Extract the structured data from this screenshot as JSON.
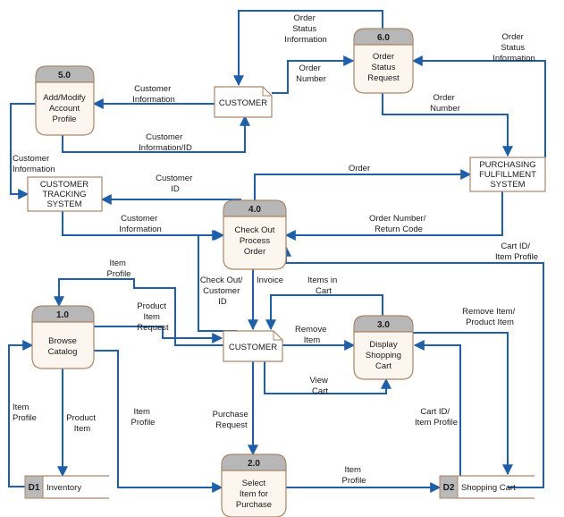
{
  "processes": [
    {
      "id": "p1",
      "number": "1.0",
      "lines": [
        "Browse",
        "Catalog"
      ]
    },
    {
      "id": "p2",
      "number": "2.0",
      "lines": [
        "Select",
        "Item for",
        "Purchase"
      ]
    },
    {
      "id": "p3",
      "number": "3.0",
      "lines": [
        "Display",
        "Shopping",
        "Cart"
      ]
    },
    {
      "id": "p4",
      "number": "4.0",
      "lines": [
        "Check Out",
        "Process",
        "Order"
      ]
    },
    {
      "id": "p5",
      "number": "5.0",
      "lines": [
        "Add/Modify",
        "Account",
        "Profile"
      ]
    },
    {
      "id": "p6",
      "number": "6.0",
      "lines": [
        "Order",
        "Status",
        "Request"
      ]
    }
  ],
  "entities": [
    {
      "id": "e_customer_top",
      "lines": [
        "CUSTOMER"
      ]
    },
    {
      "id": "e_customer_mid",
      "lines": [
        "CUSTOMER"
      ]
    },
    {
      "id": "e_tracking",
      "lines": [
        "CUSTOMER",
        "TRACKING",
        "SYSTEM"
      ]
    },
    {
      "id": "e_purchasing",
      "lines": [
        "PURCHASING",
        "FULFILLMENT",
        "SYSTEM"
      ]
    }
  ],
  "datastores": [
    {
      "id": "d1",
      "code": "D1",
      "name": "Inventory"
    },
    {
      "id": "d2",
      "code": "D2",
      "name": "Shopping Cart"
    }
  ],
  "flows": [
    {
      "id": "f1",
      "lines": [
        "Order",
        "Status",
        "Information"
      ]
    },
    {
      "id": "f2",
      "lines": [
        "Order",
        "Number"
      ]
    },
    {
      "id": "f3",
      "lines": [
        "Order",
        "Status",
        "Information"
      ]
    },
    {
      "id": "f4",
      "lines": [
        "Order",
        "Number"
      ]
    },
    {
      "id": "f5",
      "lines": [
        "Customer",
        "Information"
      ]
    },
    {
      "id": "f6",
      "lines": [
        "Customer",
        "Information/ID"
      ]
    },
    {
      "id": "f7",
      "lines": [
        "Customer",
        "Information"
      ]
    },
    {
      "id": "f8",
      "lines": [
        "Order"
      ]
    },
    {
      "id": "f9",
      "lines": [
        "Customer",
        "ID"
      ]
    },
    {
      "id": "f10",
      "lines": [
        "Customer",
        "Information"
      ]
    },
    {
      "id": "f11",
      "lines": [
        "Order Number/",
        "Return Code"
      ]
    },
    {
      "id": "f12",
      "lines": [
        "Cart ID/",
        "Item Profile"
      ]
    },
    {
      "id": "f13",
      "lines": [
        "Item",
        "Profile"
      ]
    },
    {
      "id": "f14",
      "lines": [
        "Product",
        "Item",
        "Request"
      ]
    },
    {
      "id": "f15",
      "lines": [
        "Check Out/",
        "Customer",
        "ID"
      ]
    },
    {
      "id": "f16",
      "lines": [
        "Invoice"
      ]
    },
    {
      "id": "f17",
      "lines": [
        "Items in",
        "Cart"
      ]
    },
    {
      "id": "f18",
      "lines": [
        "Remove",
        "Item"
      ]
    },
    {
      "id": "f19",
      "lines": [
        "Remove  Item/",
        "Product Item"
      ]
    },
    {
      "id": "f20",
      "lines": [
        "View",
        "Cart"
      ]
    },
    {
      "id": "f21",
      "lines": [
        "Item",
        "Profile"
      ]
    },
    {
      "id": "f22",
      "lines": [
        "Product",
        "Item"
      ]
    },
    {
      "id": "f23",
      "lines": [
        "Item",
        "Profile"
      ]
    },
    {
      "id": "f24",
      "lines": [
        "Purchase",
        "Request"
      ]
    },
    {
      "id": "f25",
      "lines": [
        "Cart ID/",
        "Item Profile"
      ]
    },
    {
      "id": "f26",
      "lines": [
        "Item",
        "Profile"
      ]
    }
  ]
}
